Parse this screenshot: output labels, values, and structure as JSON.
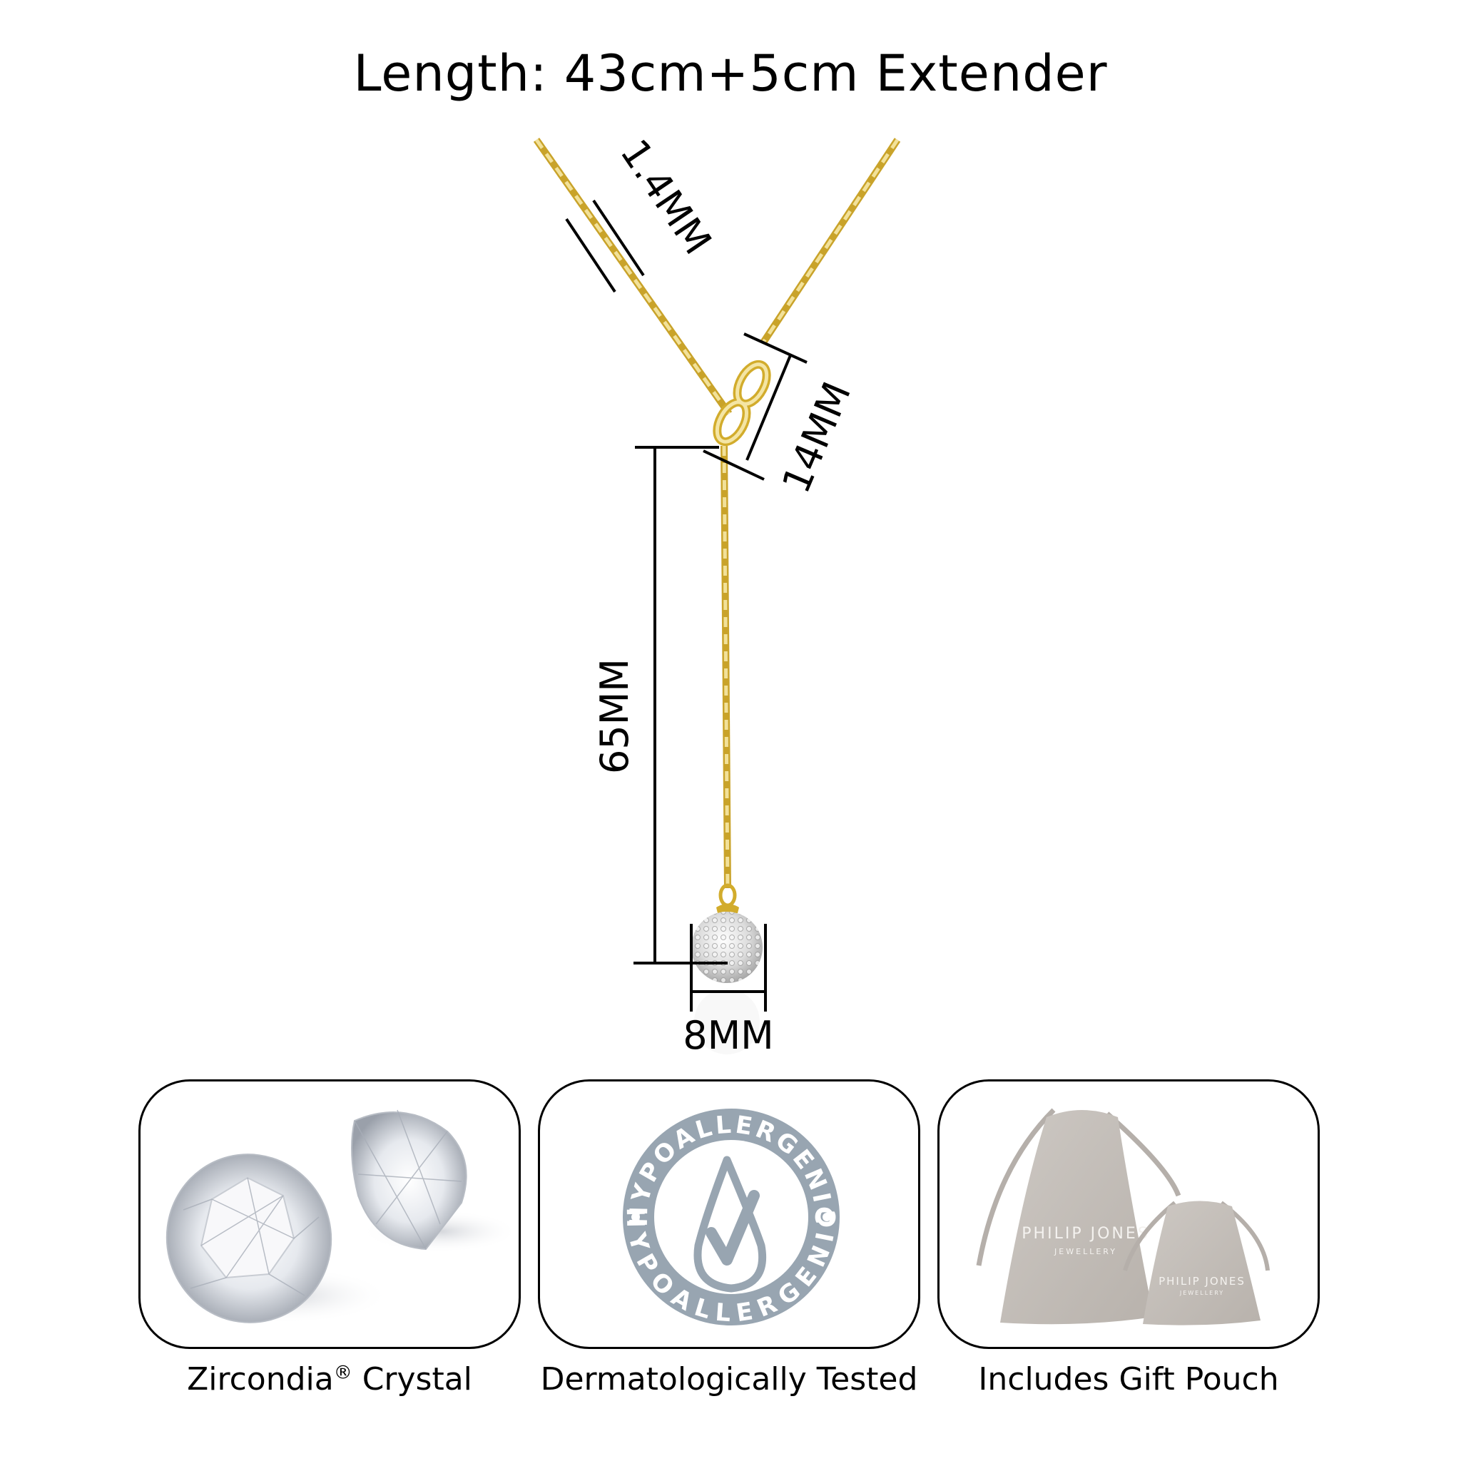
{
  "title": "Length: 43cm+5cm Extender",
  "dimensions": {
    "chain_width": "1.4MM",
    "clasp_length": "14MM",
    "drop_length": "65MM",
    "ball_diameter": "8MM"
  },
  "colors": {
    "gold": "#d8b63a",
    "gold_light": "#f3e6a6",
    "badge_gray": "#98a5b1",
    "pouch_gray": "#c2bdb8",
    "line": "#000000"
  },
  "features": [
    {
      "caption": "Zircondia",
      "caption_mark": "®",
      "caption_suffix": " Crystal",
      "image": "crystal-gems"
    },
    {
      "caption": "Dermatologically Tested",
      "image": "hypoallergenic-badge",
      "badge_text_top": "HYPOALLERGENIC",
      "badge_text_bottom": "HYPOALLERGENIC"
    },
    {
      "caption": "Includes Gift Pouch",
      "image": "gift-pouches",
      "pouch_brand": "PHILIP JONES",
      "pouch_sub": "JEWELLERY"
    }
  ]
}
